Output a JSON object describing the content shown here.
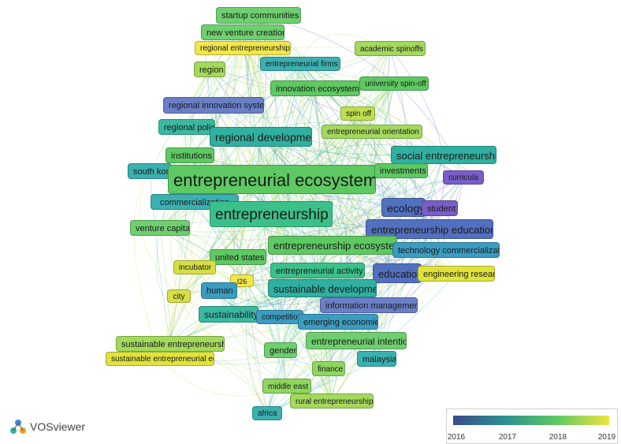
{
  "app": {
    "name": "VOSviewer"
  },
  "legend": {
    "years": [
      "2016",
      "2017",
      "2018",
      "2019"
    ],
    "colors": [
      "#3b4a8c",
      "#2d8f8f",
      "#5ec962",
      "#f0e442"
    ]
  },
  "nodes": [
    {
      "id": "startup-communities",
      "label": "startup communities",
      "color": "#6fcf6f"
    },
    {
      "id": "new-venture-creation",
      "label": "new venture creation",
      "color": "#6fcf6f"
    },
    {
      "id": "regional-entrepreneurship",
      "label": "regional entrepreneurship",
      "color": "#f2e64a"
    },
    {
      "id": "academic-spinoffs",
      "label": "academic spinoffs",
      "color": "#a3d95c"
    },
    {
      "id": "region",
      "label": "region",
      "color": "#a3d95c"
    },
    {
      "id": "entrepreneurial-firms",
      "label": "entrepreneurial firms",
      "color": "#3bb0b0"
    },
    {
      "id": "innovation-ecosystem",
      "label": "innovation ecosystem",
      "color": "#5ec962"
    },
    {
      "id": "university-spin-off",
      "label": "university spin-off",
      "color": "#5ec962"
    },
    {
      "id": "regional-innovation-system",
      "label": "regional innovation system",
      "color": "#6b7fc7"
    },
    {
      "id": "spin-off",
      "label": "spin off",
      "color": "#c0df4f"
    },
    {
      "id": "regional-policy",
      "label": "regional policy",
      "color": "#3bb8a0"
    },
    {
      "id": "regional-development",
      "label": "regional development",
      "color": "#2fb0a0"
    },
    {
      "id": "entrepreneurial-orientation",
      "label": "entrepreneurial orientation",
      "color": "#a3d95c"
    },
    {
      "id": "institutions",
      "label": "institutions",
      "color": "#5ec962"
    },
    {
      "id": "social-entrepreneurship",
      "label": "social entrepreneurship",
      "color": "#2fb0a0"
    },
    {
      "id": "south-korea",
      "label": "south korea",
      "color": "#3bb0b0"
    },
    {
      "id": "entrepreneurial-ecosystem",
      "label": "entrepreneurial ecosystem",
      "color": "#5ec962"
    },
    {
      "id": "investments",
      "label": "investments",
      "color": "#5ec962"
    },
    {
      "id": "curricula",
      "label": "curricula",
      "color": "#7a5ec7"
    },
    {
      "id": "commercialization",
      "label": "commercialization",
      "color": "#3bb0b0"
    },
    {
      "id": "ecology",
      "label": "ecology",
      "color": "#5270c0"
    },
    {
      "id": "student",
      "label": "student",
      "color": "#7a5ec7"
    },
    {
      "id": "entrepreneurship",
      "label": "entrepreneurship",
      "color": "#3bc08a"
    },
    {
      "id": "venture-capital",
      "label": "venture capital",
      "color": "#6fcf6f"
    },
    {
      "id": "entrepreneurship-education",
      "label": "entrepreneurship education",
      "color": "#5270c0"
    },
    {
      "id": "entrepreneurship-ecosystem",
      "label": "entrepreneurship ecosystem",
      "color": "#5ec962"
    },
    {
      "id": "technology-commercialization",
      "label": "technology commercialization",
      "color": "#3b9cc0"
    },
    {
      "id": "united-states",
      "label": "united states",
      "color": "#5ec962"
    },
    {
      "id": "incubator",
      "label": "incubator",
      "color": "#d6e046"
    },
    {
      "id": "entrepreneurial-activity",
      "label": "entrepreneurial activity",
      "color": "#3bc08a"
    },
    {
      "id": "education",
      "label": "education",
      "color": "#5270c0"
    },
    {
      "id": "engineering-research",
      "label": "engineering research",
      "color": "#e0e33c"
    },
    {
      "id": "i26",
      "label": "I26",
      "color": "#f2e64a"
    },
    {
      "id": "human",
      "label": "human",
      "color": "#3b9cc0"
    },
    {
      "id": "sustainable-development",
      "label": "sustainable development",
      "color": "#2fb0a0"
    },
    {
      "id": "city",
      "label": "city",
      "color": "#d6e046"
    },
    {
      "id": "information-management",
      "label": "information management",
      "color": "#6b7fc7"
    },
    {
      "id": "sustainability",
      "label": "sustainability",
      "color": "#3bb8a0"
    },
    {
      "id": "competition",
      "label": "competition",
      "color": "#3b9cc0"
    },
    {
      "id": "emerging-economies",
      "label": "emerging economies",
      "color": "#3b9cc0"
    },
    {
      "id": "sustainable-entrepreneurship",
      "label": "sustainable entrepreneurship",
      "color": "#a3d95c"
    },
    {
      "id": "entrepreneurial-intention",
      "label": "entrepreneurial intention",
      "color": "#6fcf6f"
    },
    {
      "id": "gender",
      "label": "gender",
      "color": "#6fcf6f"
    },
    {
      "id": "sustainable-entrepreneurial-ec",
      "label": "sustainable entrepreneurial ec",
      "color": "#e0e33c"
    },
    {
      "id": "malaysia",
      "label": "malaysia",
      "color": "#3bb0b0"
    },
    {
      "id": "finance",
      "label": "finance",
      "color": "#8fd65e"
    },
    {
      "id": "middle-east",
      "label": "middle east",
      "color": "#8fd65e"
    },
    {
      "id": "rural-entrepreneurship",
      "label": "rural entrepreneurship",
      "color": "#a3d95c"
    },
    {
      "id": "africa",
      "label": "africa",
      "color": "#3bb0b0"
    }
  ]
}
